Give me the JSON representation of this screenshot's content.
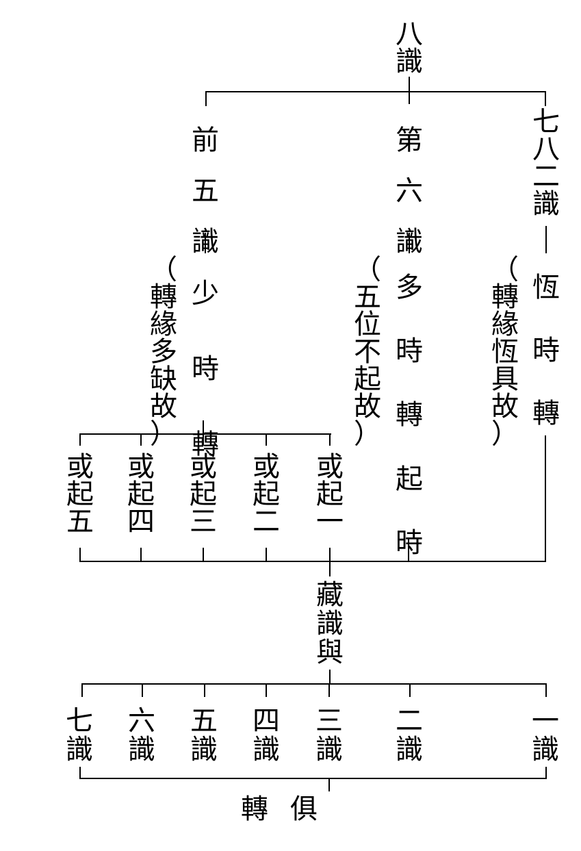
{
  "root": "八識",
  "branches": {
    "front_five": {
      "name": "前五識",
      "mode": "少時轉",
      "reason": "（轉緣多缺故）"
    },
    "sixth": {
      "name": "第六識",
      "mode": "多時轉起時",
      "reason": "（五位不起故）"
    },
    "seventh_eighth": {
      "name": "七八二識",
      "mode": "恆時轉",
      "reason": "（轉緣恆具故）"
    }
  },
  "arise_options": [
    "或起五",
    "或起四",
    "或起三",
    "或起二",
    "或起一"
  ],
  "store_label": "藏識與",
  "consciousness_counts": [
    "七識",
    "六識",
    "五識",
    "四識",
    "三識",
    "二識",
    "一識"
  ],
  "bottom_label": "轉俱"
}
